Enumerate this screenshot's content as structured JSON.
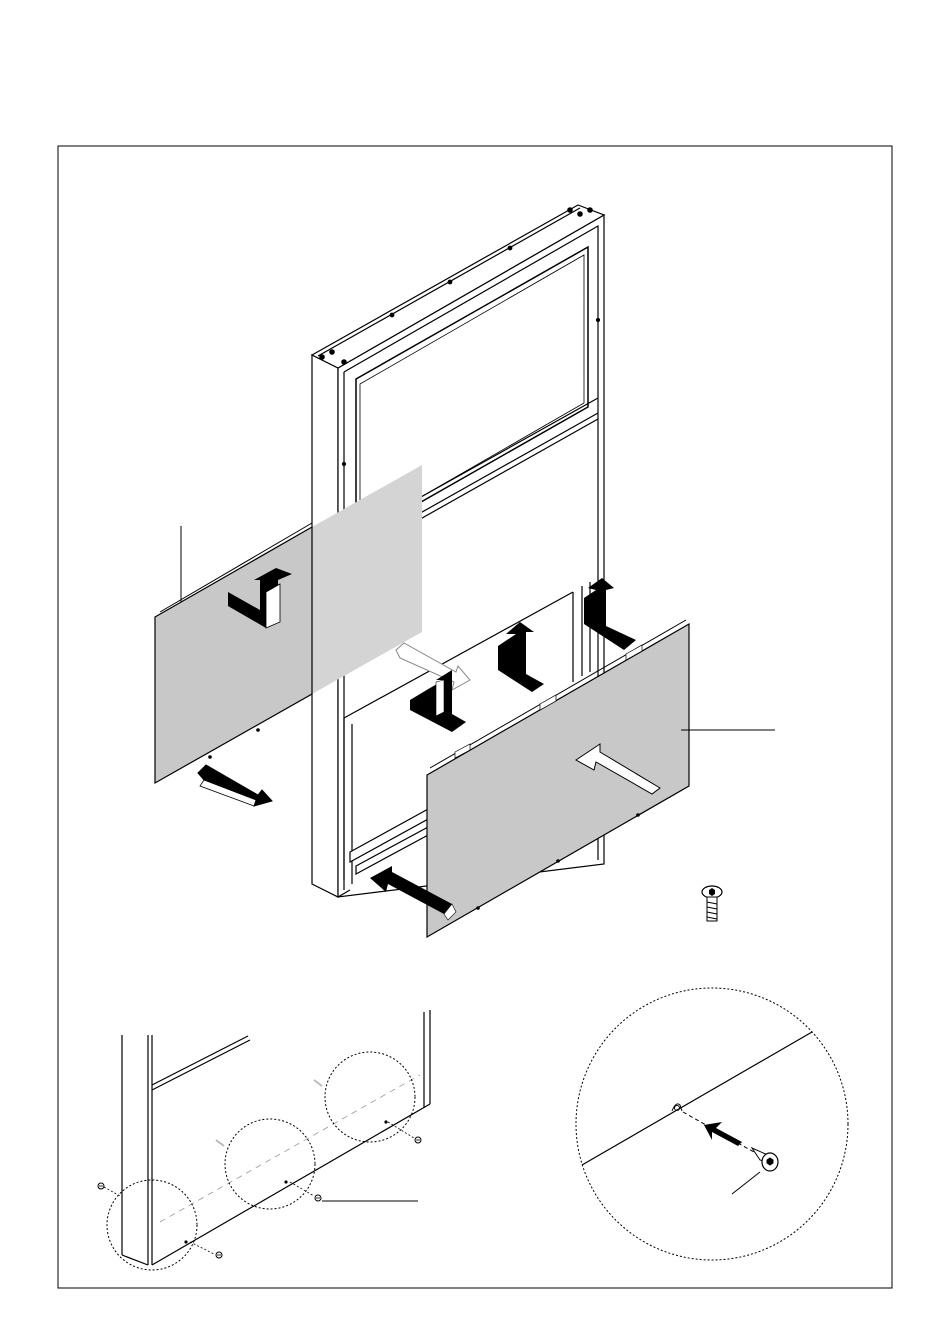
{
  "page": {
    "background": "#ffffff",
    "line_color": "#000000",
    "panel_fill": "#c8c8c8",
    "transparent_panel_fill": "#d4d4d4"
  },
  "diagram": {
    "type": "assembly-instruction",
    "labels": [],
    "panels": [
      {
        "name": "upper-left-panel",
        "state": "being removed"
      },
      {
        "name": "lower-right-panel",
        "state": "being installed"
      }
    ],
    "fastener": {
      "icon": "torx-screw-icon"
    },
    "details": [
      {
        "name": "bottom-edge-screw-detail",
        "screw_count": 4
      },
      {
        "name": "magnified-screw-detail",
        "screw_count": 1
      }
    ]
  }
}
